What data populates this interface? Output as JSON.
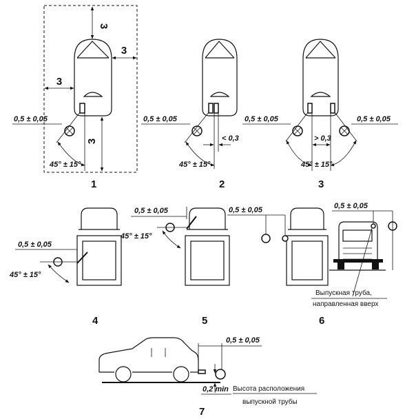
{
  "labels": {
    "d3": "3",
    "tol": "0,5 ± 0,05",
    "ang": "45° ± 15°",
    "lt": "< 0,3",
    "gt": "> 0,3",
    "min": "0,2 min",
    "pipe_up_1": "Выпускная труба,",
    "pipe_up_2": "направленная вверх",
    "height_1": "Высота расположения",
    "height_2": "выпускной трубы"
  },
  "figures": [
    "1",
    "2",
    "3",
    "4",
    "5",
    "6",
    "7"
  ]
}
